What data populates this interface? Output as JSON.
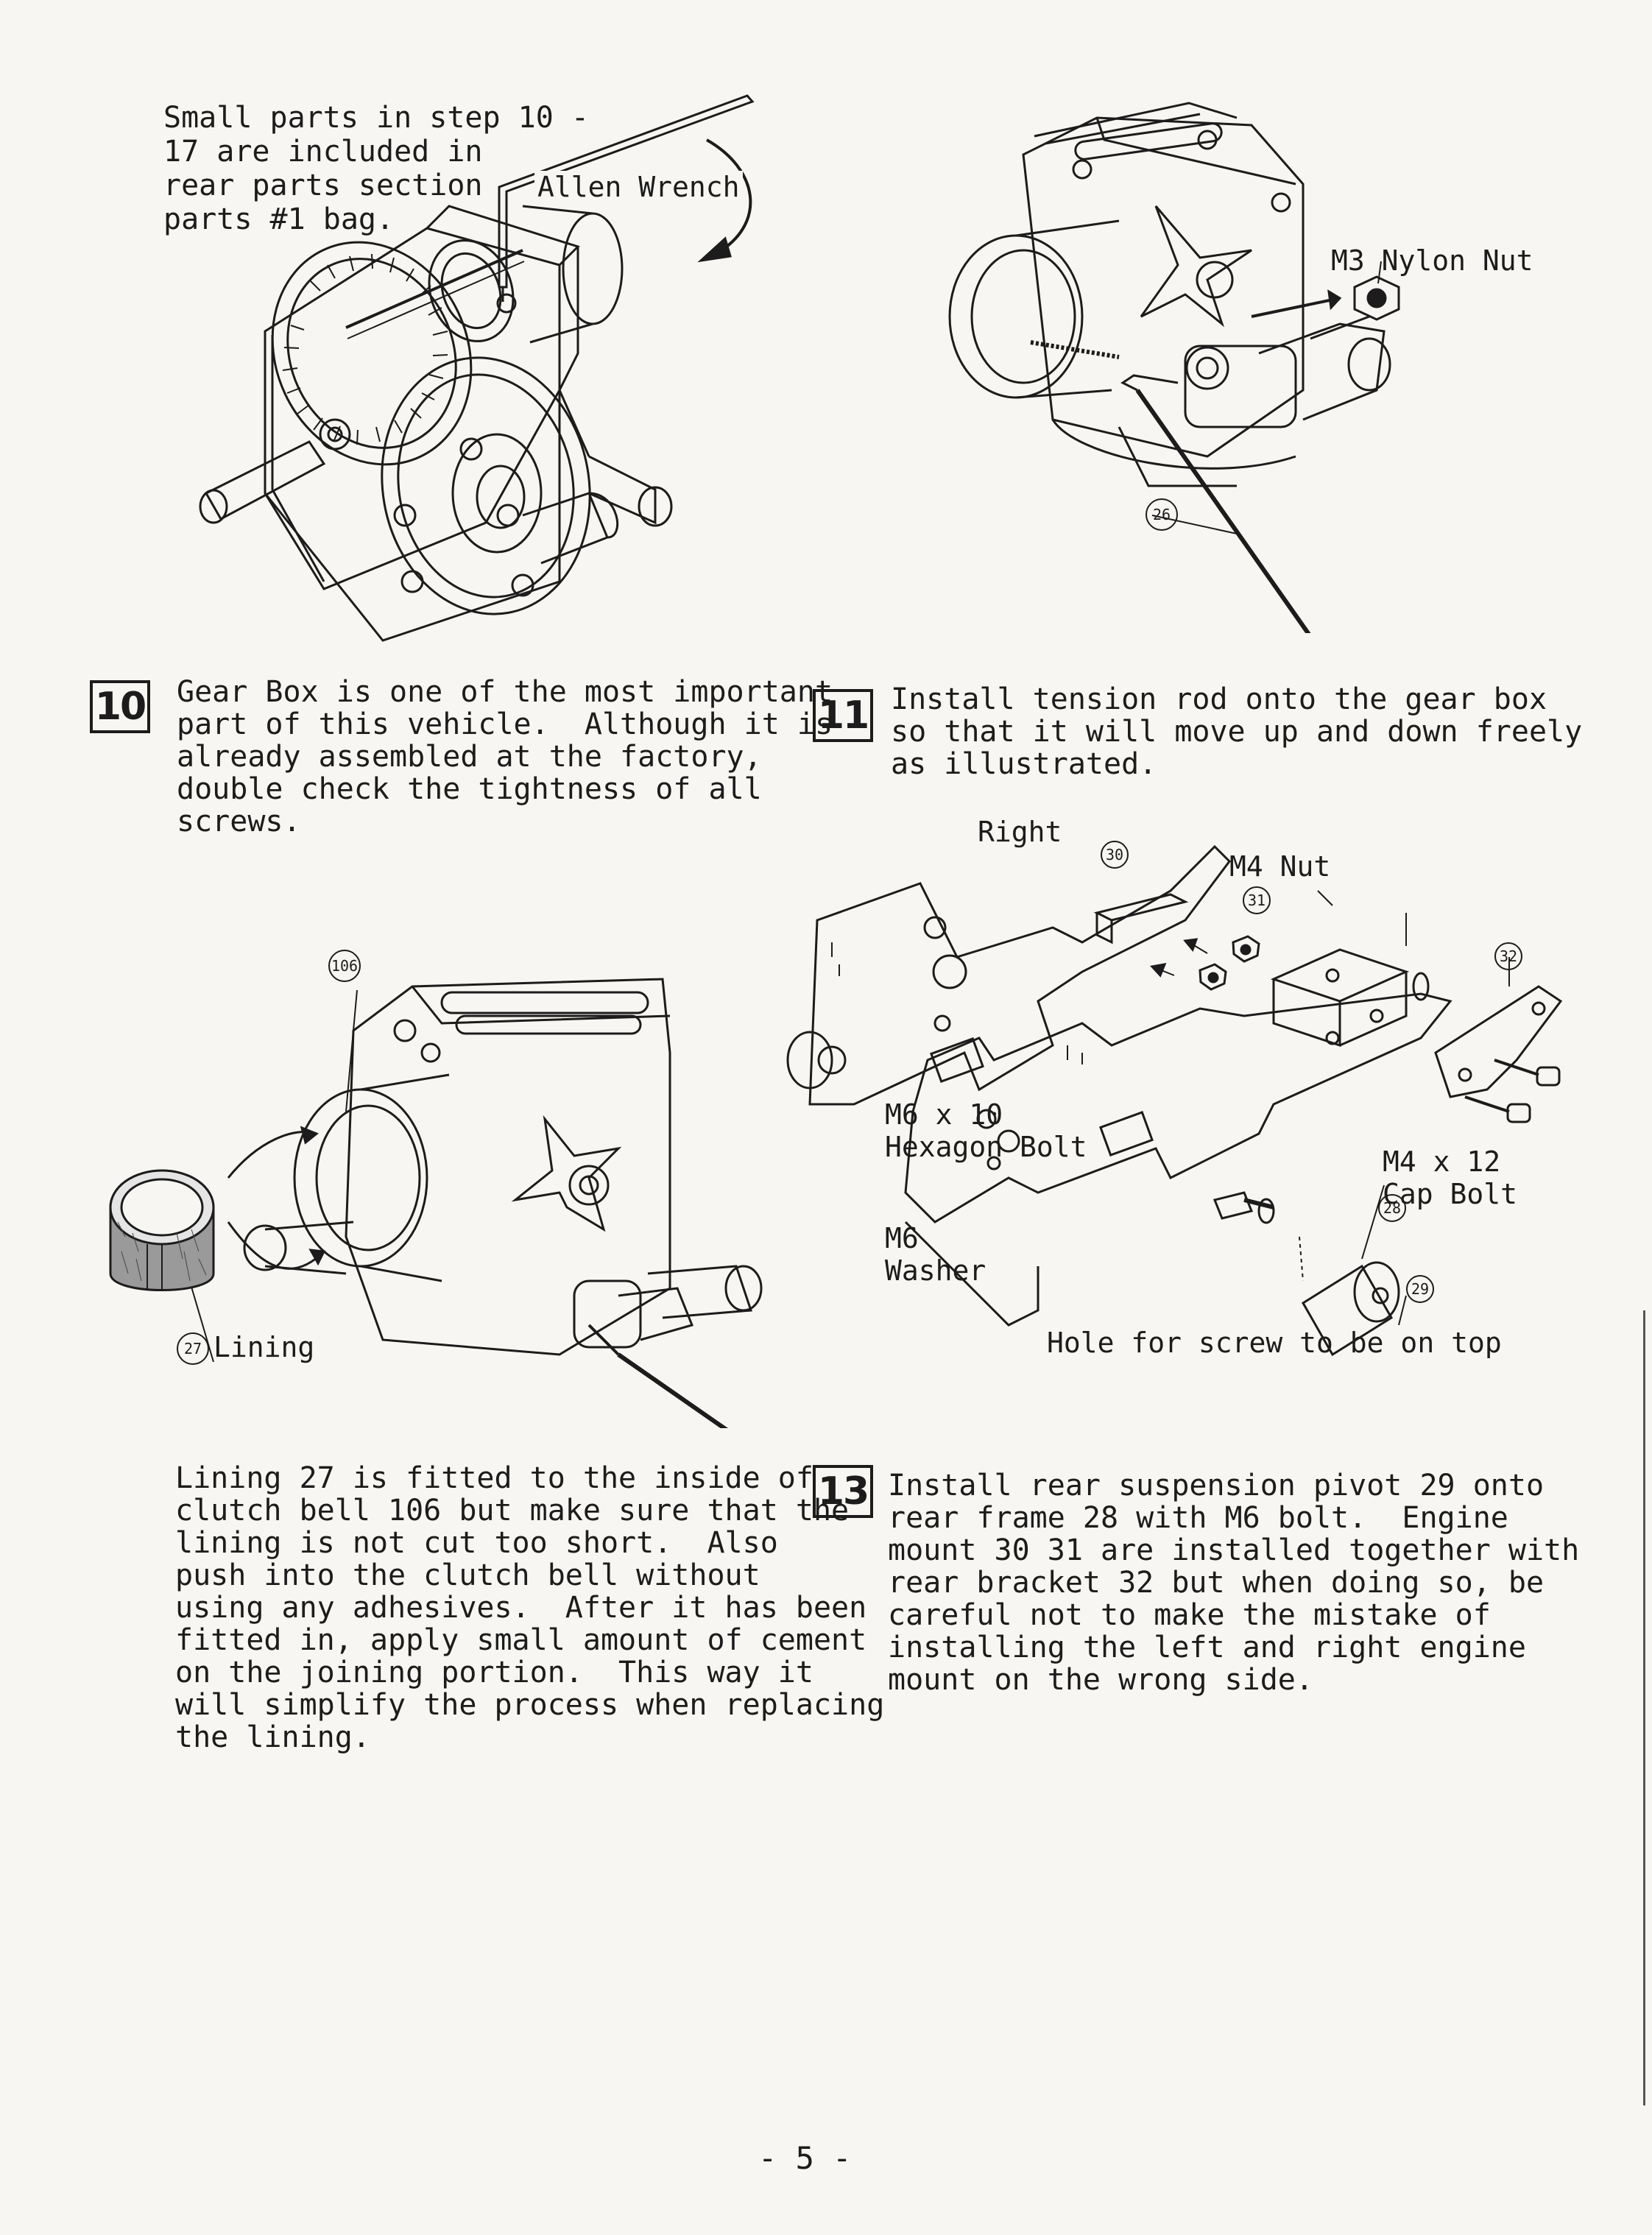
{
  "page_number": "- 5 -",
  "intro": {
    "lines": [
      "Small parts in step 10 -",
      "17 are included in",
      "rear parts section",
      "parts #1 bag."
    ]
  },
  "fig_step10": {
    "allen_wrench": "Allen Wrench"
  },
  "fig_step11": {
    "m3_nut": "M3 Nylon Nut",
    "callout_26": "26"
  },
  "step10": {
    "badge": "10",
    "lines": [
      "Gear Box is one of the most important",
      "part of this vehicle.  Although it is",
      "already assembled at the factory,",
      "double check the tightness of all",
      "screws."
    ]
  },
  "step11": {
    "badge": "11",
    "lines": [
      "Install tension rod onto the gear box",
      "so that it will move up and down freely",
      "as illustrated."
    ]
  },
  "fig_lining": {
    "callout_106": "106",
    "callout_27": "27",
    "lining_label": "Lining"
  },
  "fig_frame": {
    "right": "Right",
    "m4_nut": "M4 Nut",
    "c30": "30",
    "c31": "31",
    "c32": "32",
    "c28": "28",
    "c29": "29",
    "m6x10_line1": "M6 x 10",
    "m6x10_line2": "Hexagon Bolt",
    "m6_line1": "M6",
    "m6_line2": "Washer",
    "m4x12_line1": "M4 x 12",
    "m4x12_line2": "Cap Bolt",
    "hole_note": "Hole for screw to be on top"
  },
  "step12": {
    "lines": [
      "Lining 27 is fitted to the inside of",
      "clutch bell 106 but make sure that the",
      "lining is not cut too short.  Also",
      "push into the clutch bell without",
      "using any adhesives.  After it has been",
      "fitted in, apply small amount of cement",
      "on the joining portion.  This way it",
      "will simplify the process when replacing",
      "the lining."
    ]
  },
  "step13": {
    "badge": "13",
    "lines": [
      "Install rear suspension pivot 29 onto",
      "rear frame 28 with M6 bolt.  Engine",
      "mount 30 31 are installed together with",
      "rear bracket 32 but when doing so, be",
      "careful not to make the mistake of",
      "installing the left and right engine",
      "mount on the wrong side."
    ]
  }
}
